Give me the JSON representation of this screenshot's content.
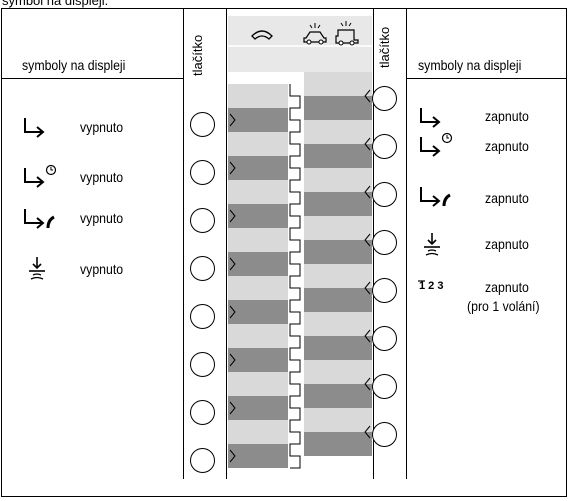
{
  "caption": "symbol na displeji.",
  "left_column": {
    "header": "symboly na displeji",
    "button_header": "tlačítko",
    "items": [
      {
        "icon": "forward-icon",
        "label": "vypnuto"
      },
      {
        "icon": "forward-timer-icon",
        "label": "vypnuto"
      },
      {
        "icon": "forward-phone-icon",
        "label": "vypnuto"
      },
      {
        "icon": "ringer-off-icon",
        "label": "vypnuto"
      }
    ]
  },
  "right_column": {
    "header": "symboly na displeji",
    "button_header": "tlačítko",
    "items": [
      {
        "icon": "forward-icon",
        "label": "zapnuto",
        "note": ""
      },
      {
        "icon": "forward-timer-icon",
        "label": "zapnuto",
        "note": ""
      },
      {
        "icon": "forward-phone-icon",
        "label": "zapnuto",
        "note": ""
      },
      {
        "icon": "ringer-off-icon",
        "label": "zapnuto",
        "note": ""
      },
      {
        "icon": "sequence-icon",
        "label": "zapnuto",
        "note": "(pro 1 volání)",
        "symbol_text": "1 2 3"
      }
    ]
  },
  "phone_panel": {
    "header_icons": [
      "handset-icon",
      "car-icon",
      "truck-icon"
    ],
    "left_buttons": 8,
    "right_buttons": 8
  },
  "colors": {
    "light_strip": "#d9d9d9",
    "dark_strip": "#8c8c8c",
    "panel_header": "#e8e8e8"
  }
}
